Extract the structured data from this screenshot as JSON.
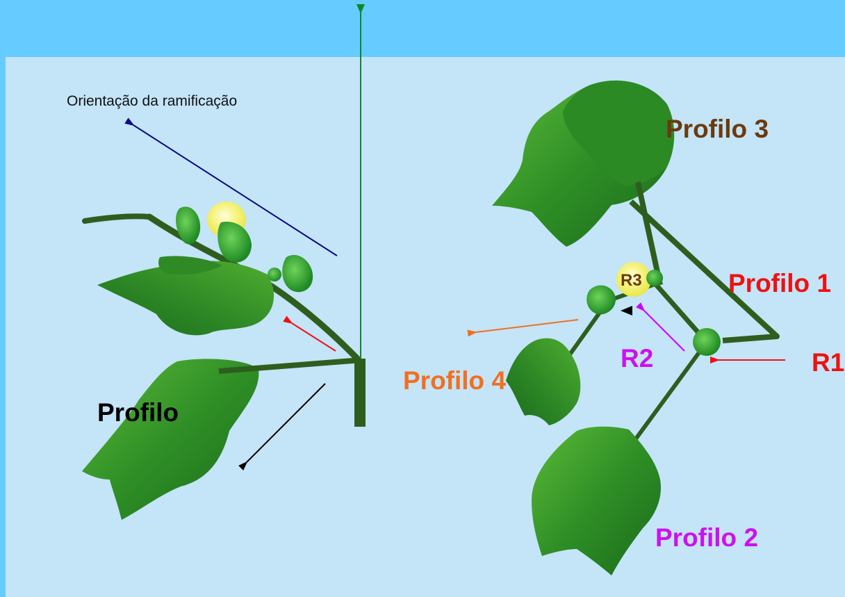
{
  "colors": {
    "outer_bg": "#66ccff",
    "panel_bg": "#c4e4f8",
    "leaf_dark": "#1f7a1f",
    "leaf_light": "#4caf2e",
    "stem": "#2e5e1e",
    "flower": "#f4f26a",
    "axis_green": "#0a8a2a",
    "arrow_navy": "#0a0a80",
    "arrow_red": "#ee1111",
    "arrow_black": "#000000",
    "arrow_orange": "#f07020",
    "arrow_purple": "#cc00ff",
    "label_brown": "#6b3a0e",
    "label_red": "#ee1111",
    "label_orange": "#f07020",
    "label_purple": "#cc11ee"
  },
  "labels": {
    "orientation": "Orientação da ramificação",
    "profilo": "Profilo",
    "profilo1": "Profilo 1",
    "profilo2": "Profilo 2",
    "profilo3": "Profilo 3",
    "profilo4": "Profilo 4",
    "r1": "R1",
    "r2": "R2",
    "r3": "R3"
  }
}
